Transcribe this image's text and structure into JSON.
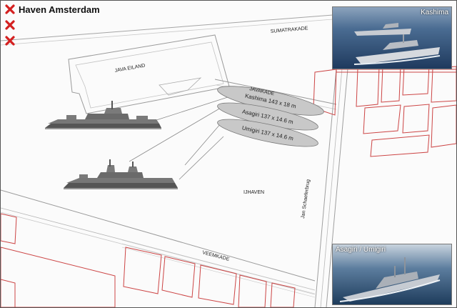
{
  "header": {
    "title": "Haven Amsterdam"
  },
  "colors": {
    "cross": "#d42020",
    "water": "#f5f6f6",
    "ellipse": "#c8c8c8",
    "building": "#cc4444"
  },
  "labels": {
    "sumatrakade": "SUMATRAKADE",
    "java_eiland": "JAVA  EILAND",
    "javakade": "JAVAKADE",
    "ij_haven": "IJHAVEN",
    "veemkade": "VEEMKADE",
    "bridge": "Jan Schaeferbrug"
  },
  "berths": [
    {
      "text": "Kashima 143 x 18 m"
    },
    {
      "text": "Asagiri 137 x 14.6 m"
    },
    {
      "text": "Umigiri 137 x 14.6 m"
    }
  ],
  "photos": {
    "top": {
      "caption": "Kashima"
    },
    "bottom": {
      "caption": "Asagiri / Umigiri"
    }
  },
  "icons": [
    "amsterdam-cross-icon",
    "amsterdam-cross-icon",
    "amsterdam-cross-icon"
  ]
}
